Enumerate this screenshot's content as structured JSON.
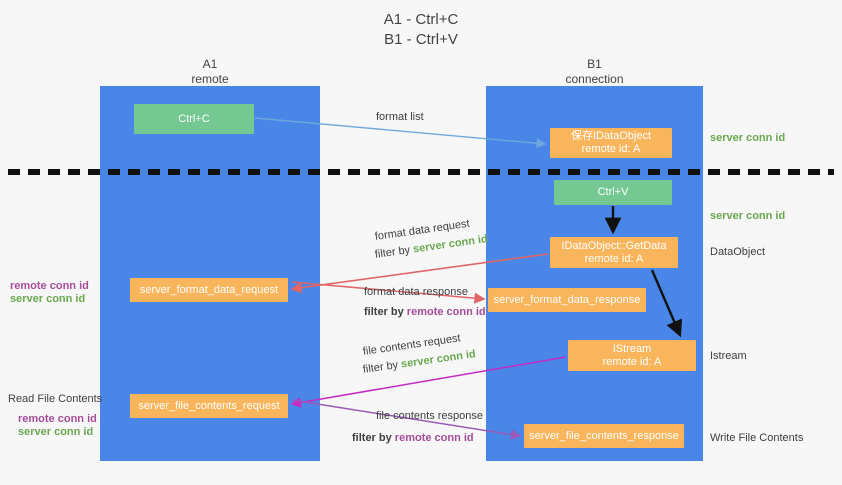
{
  "title": {
    "line1": "A1 - Ctrl+C",
    "line2": "B1 - Ctrl+V"
  },
  "lanes": [
    {
      "id": "a1",
      "name": "A1",
      "role": "remote",
      "color": "#4a86e8"
    },
    {
      "id": "b1",
      "name": "B1",
      "role": "connection",
      "color": "#4a86e8"
    }
  ],
  "colors": {
    "lane": "#4a86e8",
    "node_orange": "#f9b55c",
    "node_green": "#7bc68a",
    "server_conn_id": "#6aa84f",
    "remote_conn_id": "#a64d9a",
    "arrow_blue": "#6fa8dc",
    "arrow_red": "#e06666",
    "arrow_magenta": "#c32bc3",
    "arrow_purple": "#9b59b6",
    "arrow_black": "#000000",
    "background": "#f7f7f7"
  },
  "nodes": {
    "ctrl_c": {
      "label": "Ctrl+C"
    },
    "save_idataobject": {
      "line1": "保存IDataObject",
      "line2": "remote id: A"
    },
    "ctrl_v": {
      "label": "Ctrl+V"
    },
    "getdata": {
      "line1": "IDataObject::GetData",
      "line2": "remote id: A"
    },
    "istream": {
      "line1": "IStream",
      "line2": "remote id: A"
    },
    "server_format_data_request": {
      "label": "server_format_data_request"
    },
    "server_format_data_response": {
      "label": "server_format_data_response"
    },
    "server_file_contents_request": {
      "label": "server_file_contents_request"
    },
    "server_file_contents_response": {
      "label": "server_file_contents_response"
    }
  },
  "edge_labels": {
    "format_list": "format list",
    "format_data_request": "format data request",
    "format_data_response": "format data response",
    "file_contents_request": "file contents request",
    "file_contents_response": "file contents response",
    "filter_by": "filter by",
    "server_conn_id": "server conn id",
    "remote_conn_id": "remote conn id"
  },
  "right_labels": {
    "server_conn_id_top": "server conn id",
    "server_conn_id_second": "server conn id",
    "dataobject": "DataObject",
    "istream": "Istream",
    "write_file_contents": "Write File Contents"
  },
  "left_labels": {
    "remote_conn_id_mid": "remote conn id",
    "server_conn_id_mid": "server conn id",
    "read_file_contents": "Read File Contents",
    "remote_conn_id_bottom": "remote conn id",
    "server_conn_id_bottom": "server conn id"
  }
}
